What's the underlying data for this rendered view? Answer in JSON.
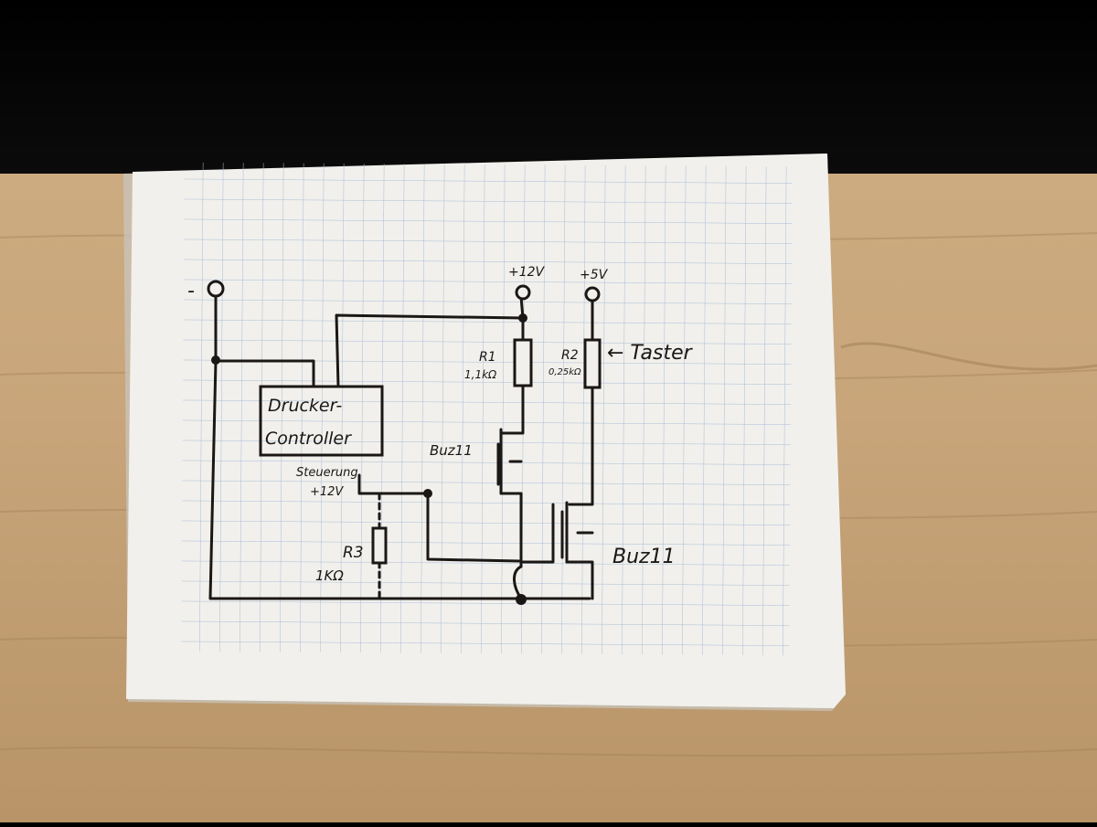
{
  "scene": {
    "description_colors": {
      "desk_top": "#050505",
      "wood_light": "#c9a77c",
      "wood_dark": "#a88559",
      "paper": "#f1f0ec",
      "grid": "#a9bcd8",
      "ink": "#1b1715"
    }
  },
  "diagram": {
    "labels": {
      "minus": "-",
      "v12": "+12V",
      "v5": "+5V",
      "r1_name": "R1",
      "r1_value": "1,1kΩ",
      "r2_name": "R2",
      "r2_value": "0,25kΩ",
      "taster": "← Taster",
      "controller_line1": "Drucker-",
      "controller_line2": "Controller",
      "steuerung_line1": "Steuerung",
      "steuerung_line2": "+12V",
      "buz_top": "Buz11",
      "buz_bottom": "Buz11",
      "r3_name": "R3",
      "r3_value": "1KΩ"
    }
  }
}
